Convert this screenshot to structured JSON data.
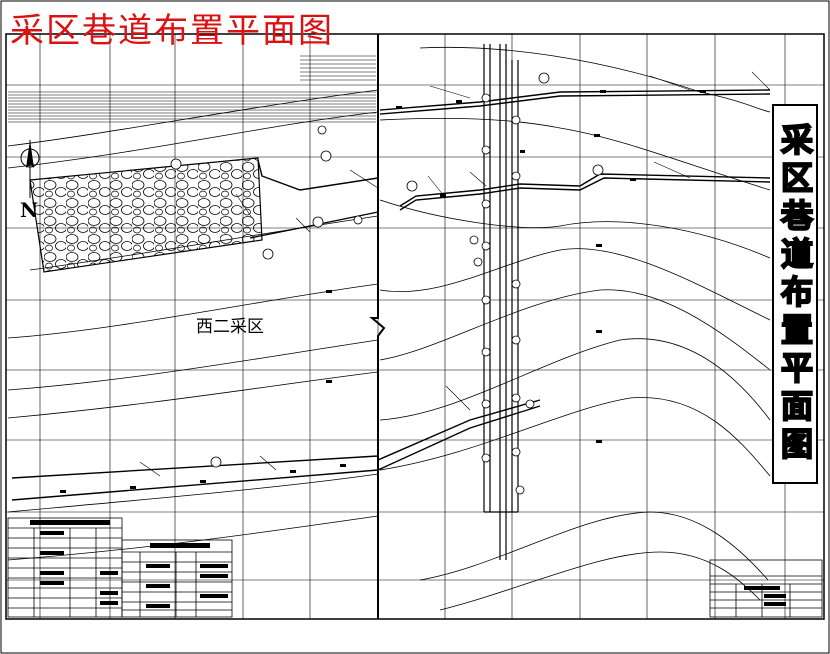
{
  "title": "采区巷道布置平面图",
  "area_label": "西二采区",
  "side_title": "采区巷道布置平面图",
  "compass_letter": "N",
  "colors": {
    "title": "#dd1111",
    "lines": "#000000"
  },
  "icons": [
    "compass-icon"
  ]
}
